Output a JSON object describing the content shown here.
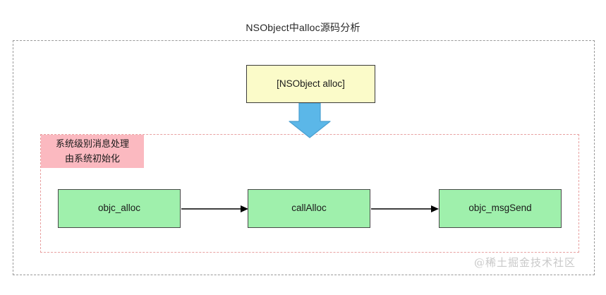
{
  "diagram": {
    "title": "NSObject中alloc源码分析",
    "type": "flowchart",
    "outer_frame": {
      "style": "dashed",
      "color": "#9a9a9a"
    },
    "inner_frame": {
      "style": "dashed",
      "color": "#e8a0a0"
    },
    "nodes": [
      {
        "id": "nsobject-alloc",
        "label": "[NSObject alloc]",
        "fill": "#fbfbc9",
        "border": "#3b3b3b",
        "shape": "rect"
      },
      {
        "id": "objc-alloc",
        "label": "objc_alloc",
        "fill": "#9ff0ac",
        "border": "#4a4a4a",
        "shape": "rect"
      },
      {
        "id": "callalloc",
        "label": "callAlloc",
        "fill": "#9ff0ac",
        "border": "#4a4a4a",
        "shape": "rect"
      },
      {
        "id": "objc-msgsend",
        "label": "objc_msgSend",
        "fill": "#9ff0ac",
        "border": "#4a4a4a",
        "shape": "rect"
      }
    ],
    "note": {
      "line1": "系统级别消息处理",
      "line2": "由系统初始化",
      "fill": "#fbb9c0"
    },
    "edges": [
      {
        "from": "nsobject-alloc",
        "to": "inner-frame",
        "style": "block-arrow",
        "direction": "down",
        "color": "#5bb7e8"
      },
      {
        "from": "objc-alloc",
        "to": "callalloc",
        "style": "line-arrow",
        "direction": "right",
        "color": "#000000"
      },
      {
        "from": "callalloc",
        "to": "objc-msgsend",
        "style": "line-arrow",
        "direction": "right",
        "color": "#000000"
      }
    ]
  },
  "watermark": {
    "text": "@稀土掘金技术社区"
  }
}
